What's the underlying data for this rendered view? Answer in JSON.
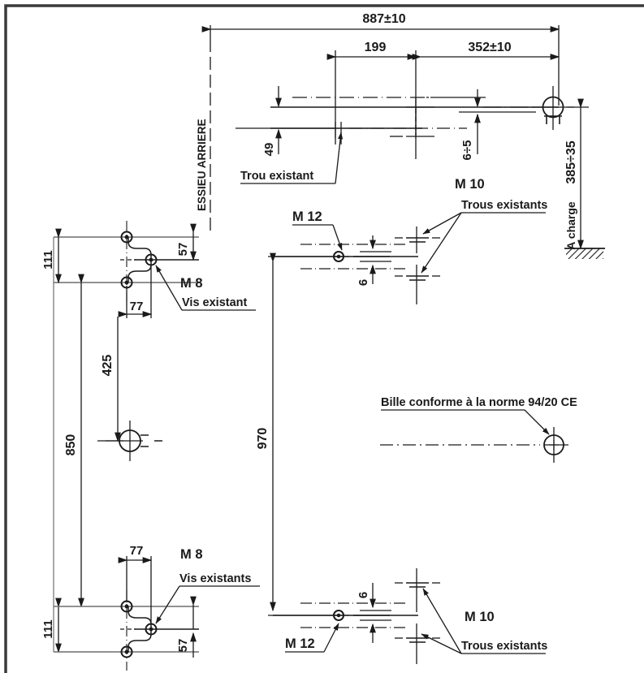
{
  "drawing": {
    "title": "Towbar installation technical drawing",
    "line_color": "#1a1a1a",
    "frame_color": "#3a3a3a",
    "background": "#ffffff"
  },
  "dimensions": {
    "overall_width": "887±10",
    "hole_spacing_199": "199",
    "rear_offset": "352±10",
    "hole_offset_49": "49",
    "plate_gap_top": "6÷5",
    "ball_height": "385÷35",
    "bracket_height_111_top": "111",
    "bracket_offset_57_top": "57",
    "bracket_width_77_top": "77",
    "mid_dim_425": "425",
    "total_height_850": "850",
    "center_span_970": "970",
    "slot_gap_6_top": "6",
    "slot_gap_6_bottom": "6",
    "bracket_width_77_bottom": "77",
    "bracket_height_111_bottom": "111",
    "bracket_offset_57_bottom": "57"
  },
  "labels": {
    "axle": "ESSIEU ARRIERE",
    "load": "A charge",
    "existing_hole": "Trou existant",
    "existing_holes_top": "Trous existants",
    "existing_holes_bottom": "Trous existants",
    "existing_screw_top": "Vis existant",
    "existing_screws_bottom": "Vis existants",
    "thread_m8_top": "M 8",
    "thread_m8_bottom": "M 8",
    "thread_m10_top": "M 10",
    "thread_m10_bottom": "M 10",
    "thread_m12_top": "M 12",
    "thread_m12_bottom": "M 12",
    "ball_standard": "Bille conforme à la norme 94/20 CE"
  }
}
